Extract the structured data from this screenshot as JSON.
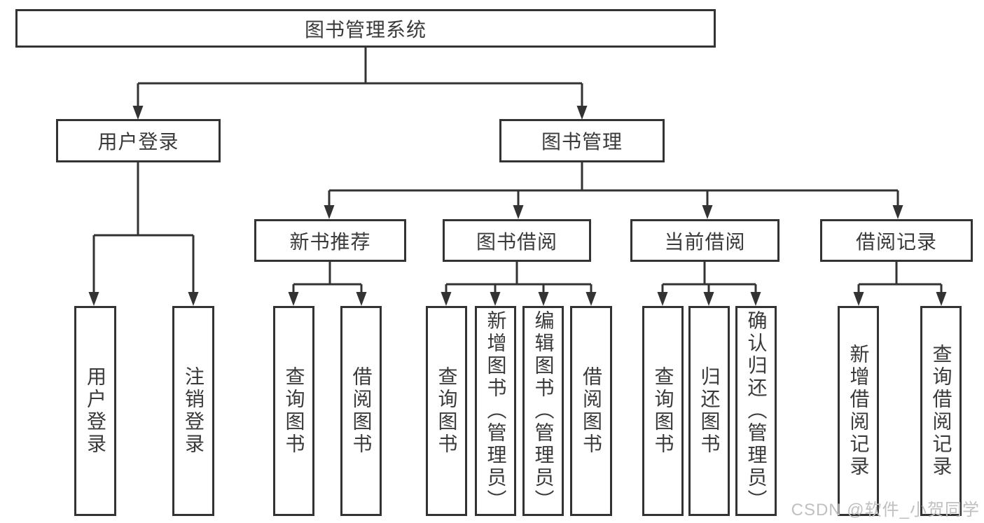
{
  "diagram": {
    "root": {
      "label": "图书管理系统"
    },
    "level2": [
      {
        "label": "用户登录"
      },
      {
        "label": "图书管理"
      }
    ],
    "level3": [
      {
        "label": "新书推荐"
      },
      {
        "label": "图书借阅"
      },
      {
        "label": "当前借阅"
      },
      {
        "label": "借阅记录"
      }
    ],
    "leaves": {
      "user_login": [
        {
          "label": "用户登录"
        },
        {
          "label": "注销登录"
        }
      ],
      "new_book": [
        {
          "label": "查询图书"
        },
        {
          "label": "借阅图书"
        }
      ],
      "book_borrow": [
        {
          "label": "查询图书"
        },
        {
          "label": "新增图书（管理员）"
        },
        {
          "label": "编辑图书（管理员）"
        },
        {
          "label": "借阅图书"
        }
      ],
      "current_borrow": [
        {
          "label": "查询图书"
        },
        {
          "label": "归还图书"
        },
        {
          "label": "确认归还（管理员）"
        }
      ],
      "records": [
        {
          "label": "新增借阅记录"
        },
        {
          "label": "查询借阅记录"
        }
      ]
    }
  },
  "watermark": {
    "text": "CSDN @软件_小贺同学",
    "color": "#c0c0c0"
  },
  "colors": {
    "line": "#333333",
    "box_border": "#333333",
    "text": "#3a3a3a",
    "background": "#ffffff"
  }
}
